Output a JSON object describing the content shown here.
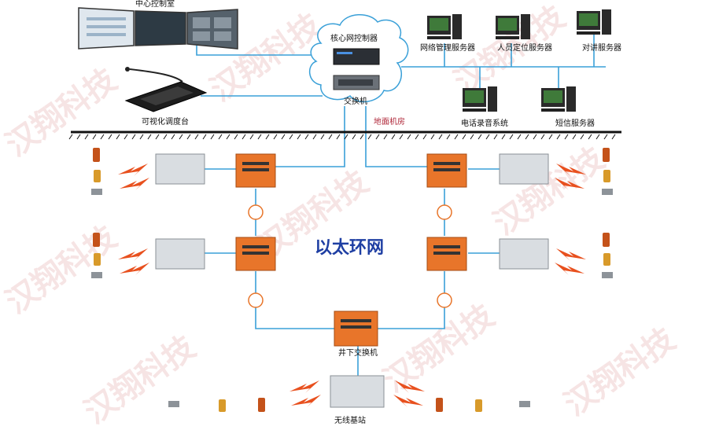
{
  "labels": {
    "control_room": "中心控制室",
    "core_controller": "核心网控制器",
    "switch": "交换机",
    "network_server": "网络管理服务器",
    "positioning_server": "人员定位服务器",
    "intercom_server": "对讲服务器",
    "recording_system": "电话录音系统",
    "sms_server": "短信服务器",
    "dispatch_console": "可视化调度台",
    "ground_room": "地面机房",
    "ring_network": "以太环网",
    "underground_switch": "井下交换机",
    "base_station": "无线基站"
  },
  "watermark": "汉翔科技",
  "colors": {
    "line": "#3aa0d8",
    "switch_orange": "#e8752a",
    "ring_text": "#1f3fa3",
    "bolt": "#e8501e",
    "watermark": "#e8b4b4"
  }
}
